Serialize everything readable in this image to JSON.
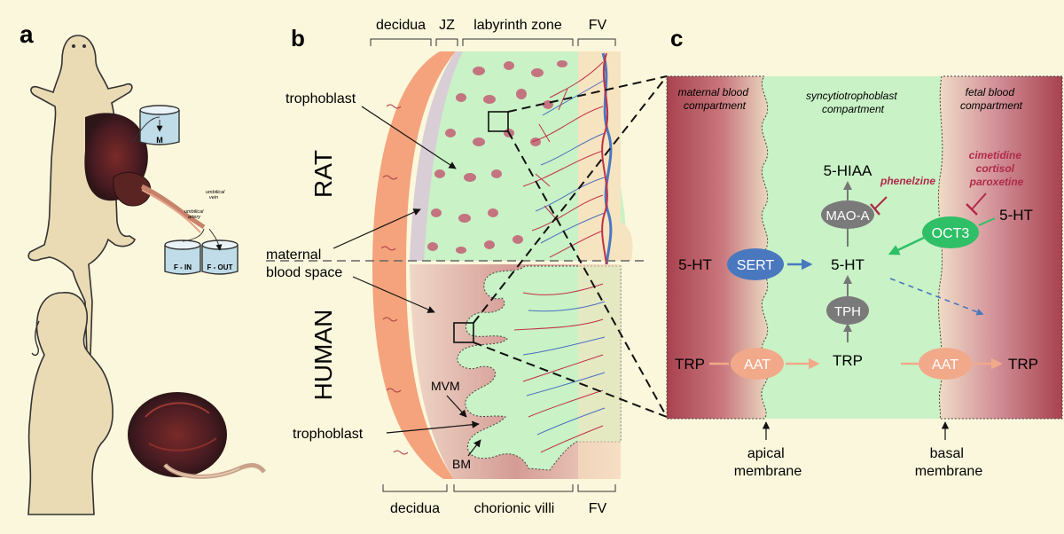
{
  "panel_labels": {
    "a": "a",
    "b": "b",
    "c": "c"
  },
  "panel_a": {
    "reservoir_m": "M",
    "reservoir_f_in": "F - IN",
    "reservoir_f_out": "F - OUT",
    "umbilical_vein": [
      "umbilical",
      "vein"
    ],
    "umbilical_artery": [
      "umbilical",
      "artery"
    ]
  },
  "panel_b": {
    "top_regions": {
      "decidua": "decidua",
      "jz": "JZ",
      "labyrinth": "labyrinth zone",
      "fv": "FV"
    },
    "bottom_regions": {
      "decidua": "decidua",
      "villi": "chorionic villi",
      "fv": "FV"
    },
    "species": {
      "rat": "RAT",
      "human": "HUMAN"
    },
    "labels": {
      "trophoblast_rat": "trophoblast",
      "maternal_blood_space": [
        "maternal",
        "blood space"
      ],
      "mvm": "MVM",
      "trophoblast_human": "trophoblast",
      "bm": "BM"
    }
  },
  "panel_c": {
    "compartments": {
      "maternal": [
        "maternal blood",
        "compartment"
      ],
      "syncytio": [
        "syncytiotrophoblast",
        "compartment"
      ],
      "fetal": [
        "fetal blood",
        "compartment"
      ]
    },
    "molecules": {
      "hiaa": "5-HIAA",
      "ht_center": "5-HT",
      "ht_left": "5-HT",
      "ht_right": "5-HT",
      "trp_left": "TRP",
      "trp_center": "TRP",
      "trp_right": "TRP"
    },
    "enzymes": {
      "maoa": "MAO-A",
      "tph": "TPH",
      "sert": "SERT",
      "oct3": "OCT3",
      "aat_left": "AAT",
      "aat_right": "AAT"
    },
    "inhibitors": {
      "phenelzine": "phenelzine",
      "oct3_inhibitors": [
        "cimetidine",
        "cortisol",
        "paroxetine"
      ]
    },
    "membranes": {
      "apical": [
        "apical",
        "membrane"
      ],
      "basal": [
        "basal",
        "membrane"
      ]
    }
  },
  "colors": {
    "background": "#fbf7dc",
    "maternal_red": "#a8424e",
    "syncytio_green": "#c9f2c6",
    "decidua_orange": "#f4a37c",
    "sert_blue": "#4a78bf",
    "oct3_green": "#2fbf66",
    "enzyme_grey": "#7a7a7a",
    "aat_peach": "#f2a98a",
    "inhibitor_crimson": "#b02a4a"
  }
}
